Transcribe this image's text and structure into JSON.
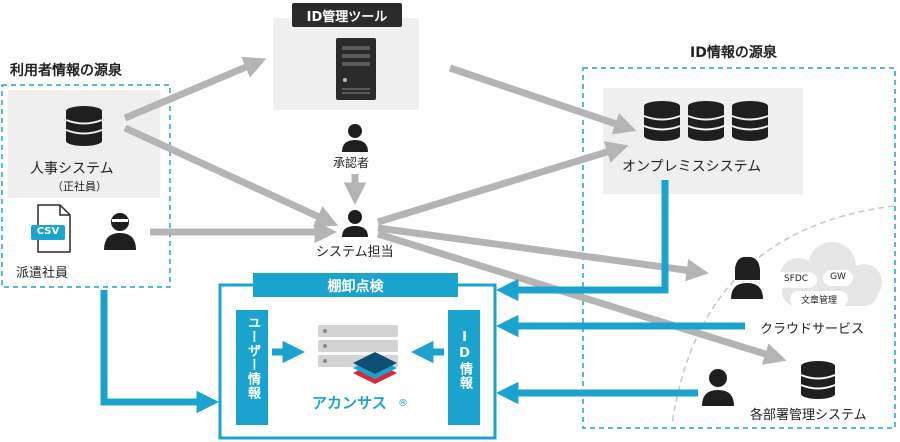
{
  "regions": {
    "user_source_title": "利用者情報の源泉",
    "id_source_title": "ID情報の源泉"
  },
  "id_tool": {
    "title": "ID管理ツール"
  },
  "nodes": {
    "hr_system": "人事システム",
    "hr_system_sub": "（正社員）",
    "csv_badge": "CSV",
    "temp_staff": "派遣社員",
    "approver": "承認者",
    "system_owner": "システム担当",
    "onprem": "オンプレミスシステム",
    "cloud": "クラウドサービス",
    "cloud_items": [
      "SFDC",
      "GW",
      "文章管理"
    ],
    "dept_system": "各部署管理システム"
  },
  "inventory": {
    "title": "棚卸点検",
    "user_info": "ユーザー情報",
    "id_info": "ID情報",
    "product": "アカンサス",
    "registered": "®"
  },
  "colors": {
    "blue": "#1ba3d0",
    "gray_arrow": "#b4b4b4",
    "panel": "#efefef",
    "dark": "#1f1f1f"
  }
}
